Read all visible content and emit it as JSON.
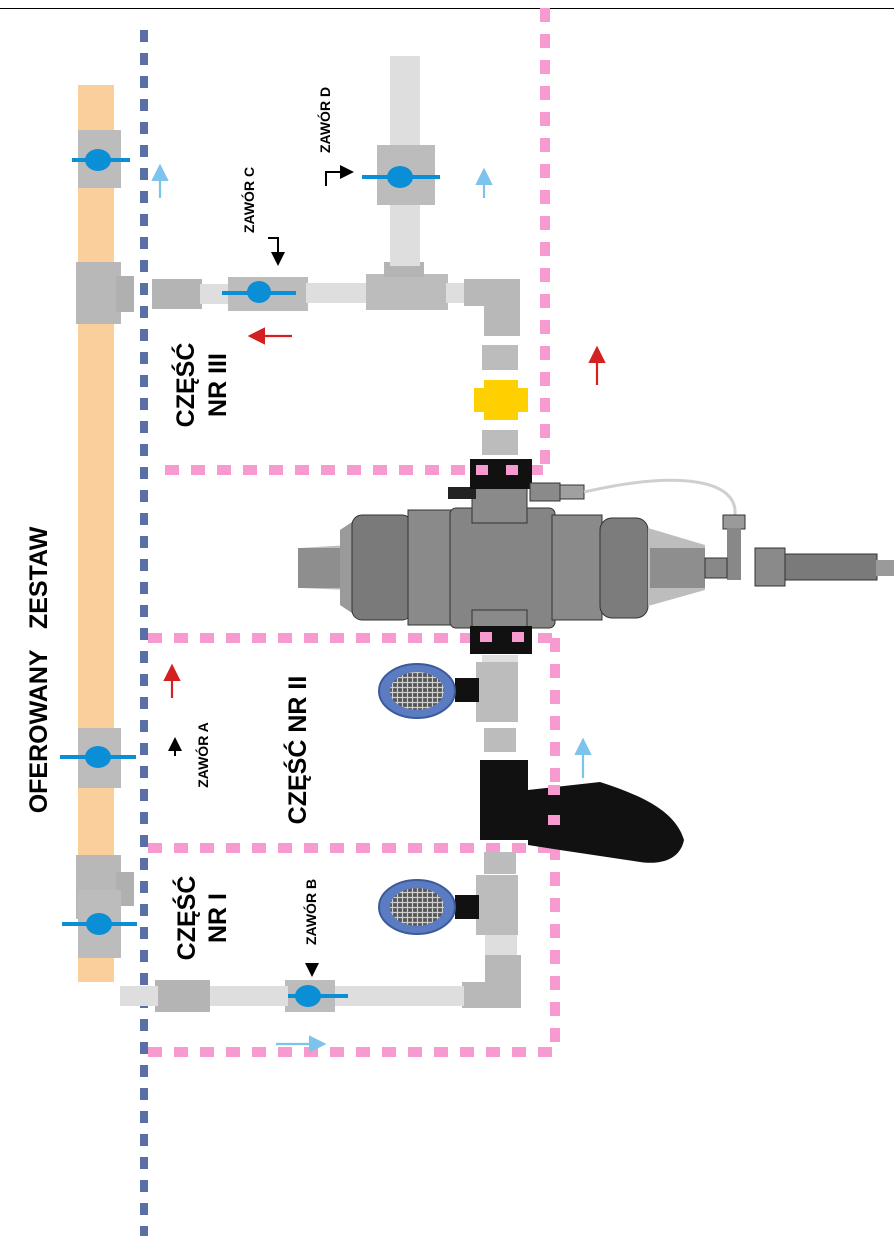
{
  "title": "OFEROWANY   ZESTAW",
  "parts": {
    "part1": {
      "line1": "CZĘŚĆ",
      "line2": "NR I"
    },
    "part2": {
      "text": "CZĘŚĆ NR II"
    },
    "part3": {
      "line1": "CZĘŚĆ",
      "line2": "NR III"
    }
  },
  "valves": {
    "a": "ZAWÓR A",
    "b": "ZAWÓR B",
    "c": "ZAWÓR C",
    "d": "ZAWÓR D"
  },
  "colors": {
    "supply_pipe": "#fbcf9b",
    "pipe_light": "#dedede",
    "fitting_gray": "#b8b8b8",
    "valve_blue": "#0a8fd6",
    "dotted_blue": "#5a6fa8",
    "dotted_pink": "#f79ad0",
    "arrow_red": "#d42020",
    "arrow_light_blue": "#7ec3ec",
    "coupling_yellow": "#ffd000",
    "strainer_blue": "#5b7cc2"
  }
}
